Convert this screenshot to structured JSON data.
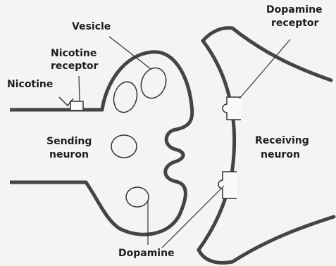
{
  "labels": {
    "vesicle": "Vesicle",
    "nicotine_receptor_line1": "Nicotine",
    "nicotine_receptor_line2": "receptor",
    "nicotine": "Nicotine",
    "sending_line1": "Sending",
    "sending_line2": "neuron",
    "dopamine_receptor_line1": "Dopamine",
    "dopamine_receptor_line2": "receptor",
    "receiving_line1": "Receiving",
    "receiving_line2": "neuron",
    "dopamine": "Dopamine"
  }
}
